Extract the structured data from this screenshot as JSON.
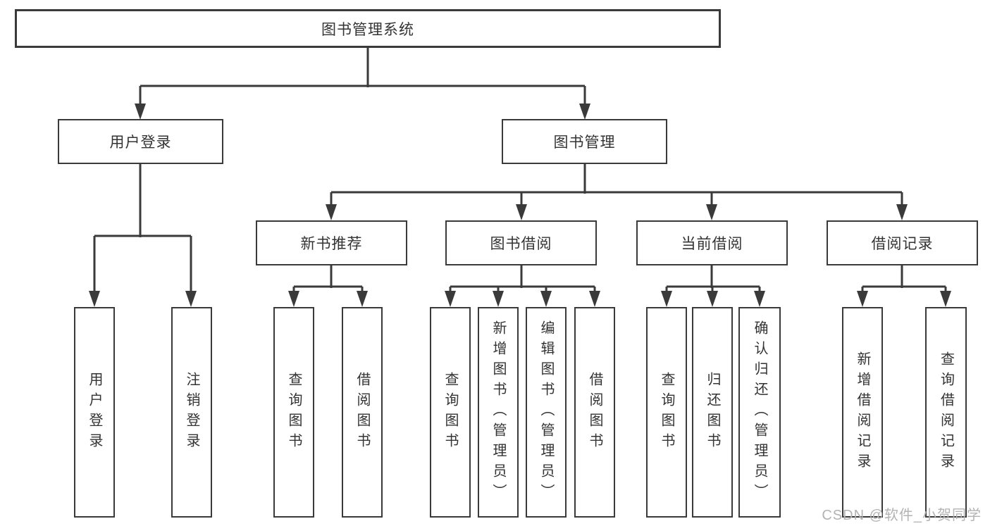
{
  "title": "图书管理系统",
  "branches": {
    "user_login": {
      "label": "用户登录",
      "children": [
        "用户登录",
        "注销登录"
      ]
    },
    "book_mgmt": {
      "label": "图书管理",
      "children": [
        {
          "label": "新书推荐",
          "children": [
            "查询图书",
            "借阅图书"
          ]
        },
        {
          "label": "图书借阅",
          "children": [
            "查询图书",
            "新增图书（管理员）",
            "编辑图书（管理员）",
            "借阅图书"
          ]
        },
        {
          "label": "当前借阅",
          "children": [
            "查询图书",
            "归还图书",
            "确认归还（管理员）"
          ]
        },
        {
          "label": "借阅记录",
          "children": [
            "新增借阅记录",
            "查询借阅记录"
          ]
        }
      ]
    }
  },
  "watermark": "CSDN @软件_小贺同学",
  "colors": {
    "line": "#3a3a3a",
    "text": "#333333",
    "watermark": "#b3b3b3",
    "bg": "#ffffff"
  }
}
